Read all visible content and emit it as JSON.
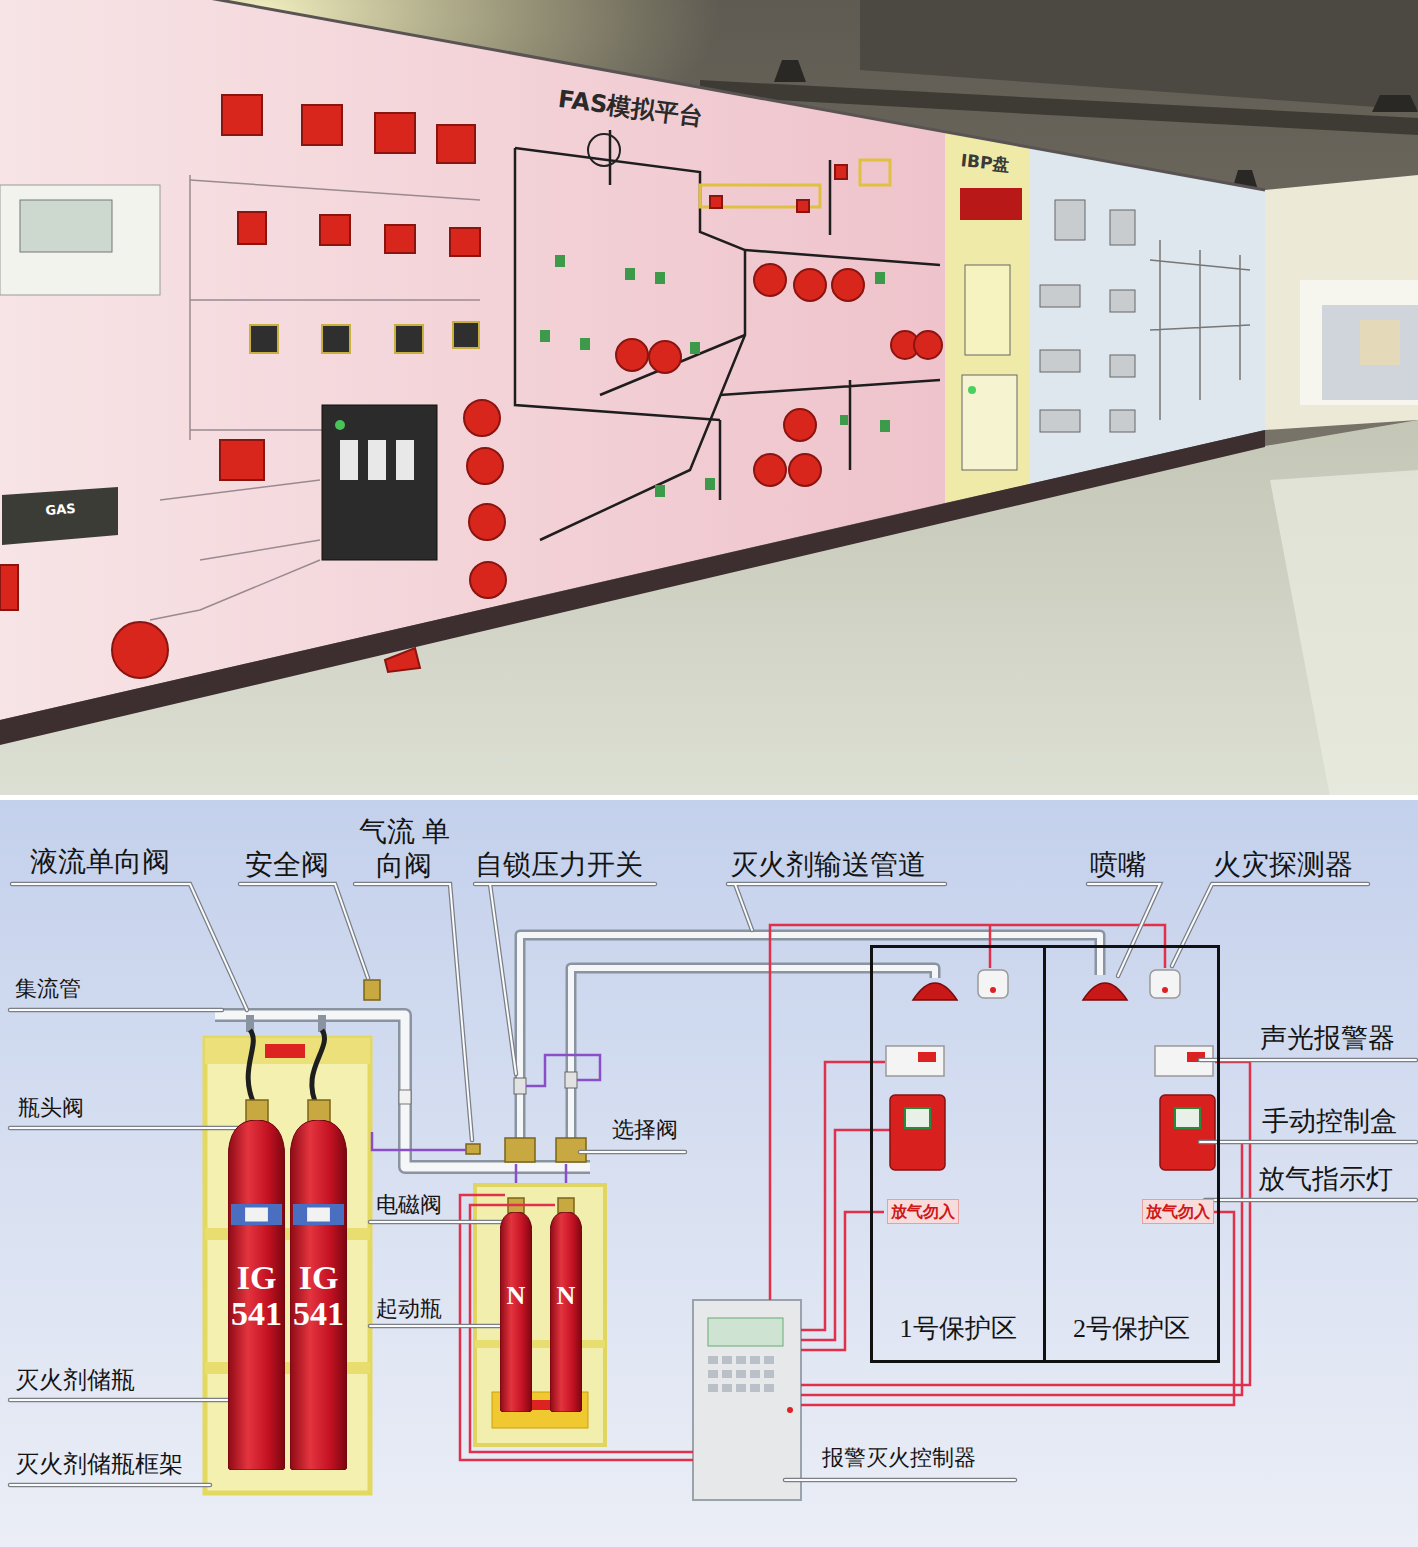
{
  "diagram": {
    "nodes": [
      {
        "text": [
          "IG 541"
        ]
      },
      {
        "text": [
          "IG 541"
        ]
      },
      {
        "text": [
          "N"
        ]
      },
      {
        "text": [
          "N"
        ]
      },
      {
        "text": [
          "1号保护区"
        ]
      },
      {
        "text": [
          "放气勿入"
        ],
        "in": 4
      },
      {
        "text": [
          "2号保护区"
        ]
      },
      {
        "text": [
          "放气勿入"
        ],
        "in": 6
      }
    ],
    "labels": [
      "FAS模拟平台",
      "IBP盘",
      "GAS",
      "液流单向阀",
      "安全阀",
      "气流 单向阀",
      "自锁压力开关",
      "灭火剂输送管道",
      "喷嘴",
      "火灾探测器",
      "集流管",
      "瓶头阀",
      "选择阀",
      "电磁阀",
      "起动瓶",
      "灭火剂储瓶",
      "灭火剂储瓶框架",
      "声光报警器",
      "手动控制盒",
      "放气指示灯",
      "报警灭火控制器"
    ]
  }
}
